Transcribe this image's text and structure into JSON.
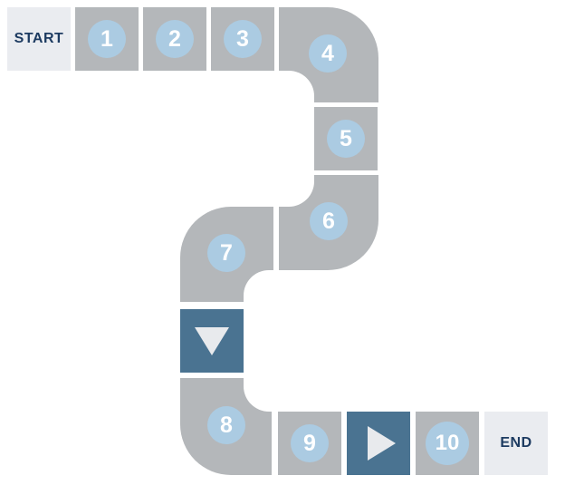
{
  "board": {
    "start": {
      "label": "START"
    },
    "end": {
      "label": "END"
    },
    "steps": [
      "1",
      "2",
      "3",
      "4",
      "5",
      "6",
      "7",
      "8",
      "9",
      "10"
    ],
    "buttons": {
      "down": {
        "icon": "down-triangle-icon"
      },
      "play": {
        "icon": "right-triangle-icon"
      }
    },
    "colors": {
      "track_gray": "#b4b7ba",
      "step_circle_blue": "#abcbe2",
      "action_dark_blue": "#4a7391",
      "terminal_tile_light": "#eaecf0",
      "label_navy": "#1d3b61",
      "triangle_light": "#e8eaed",
      "number_white": "#ffffff",
      "background": "#ffffff"
    }
  }
}
